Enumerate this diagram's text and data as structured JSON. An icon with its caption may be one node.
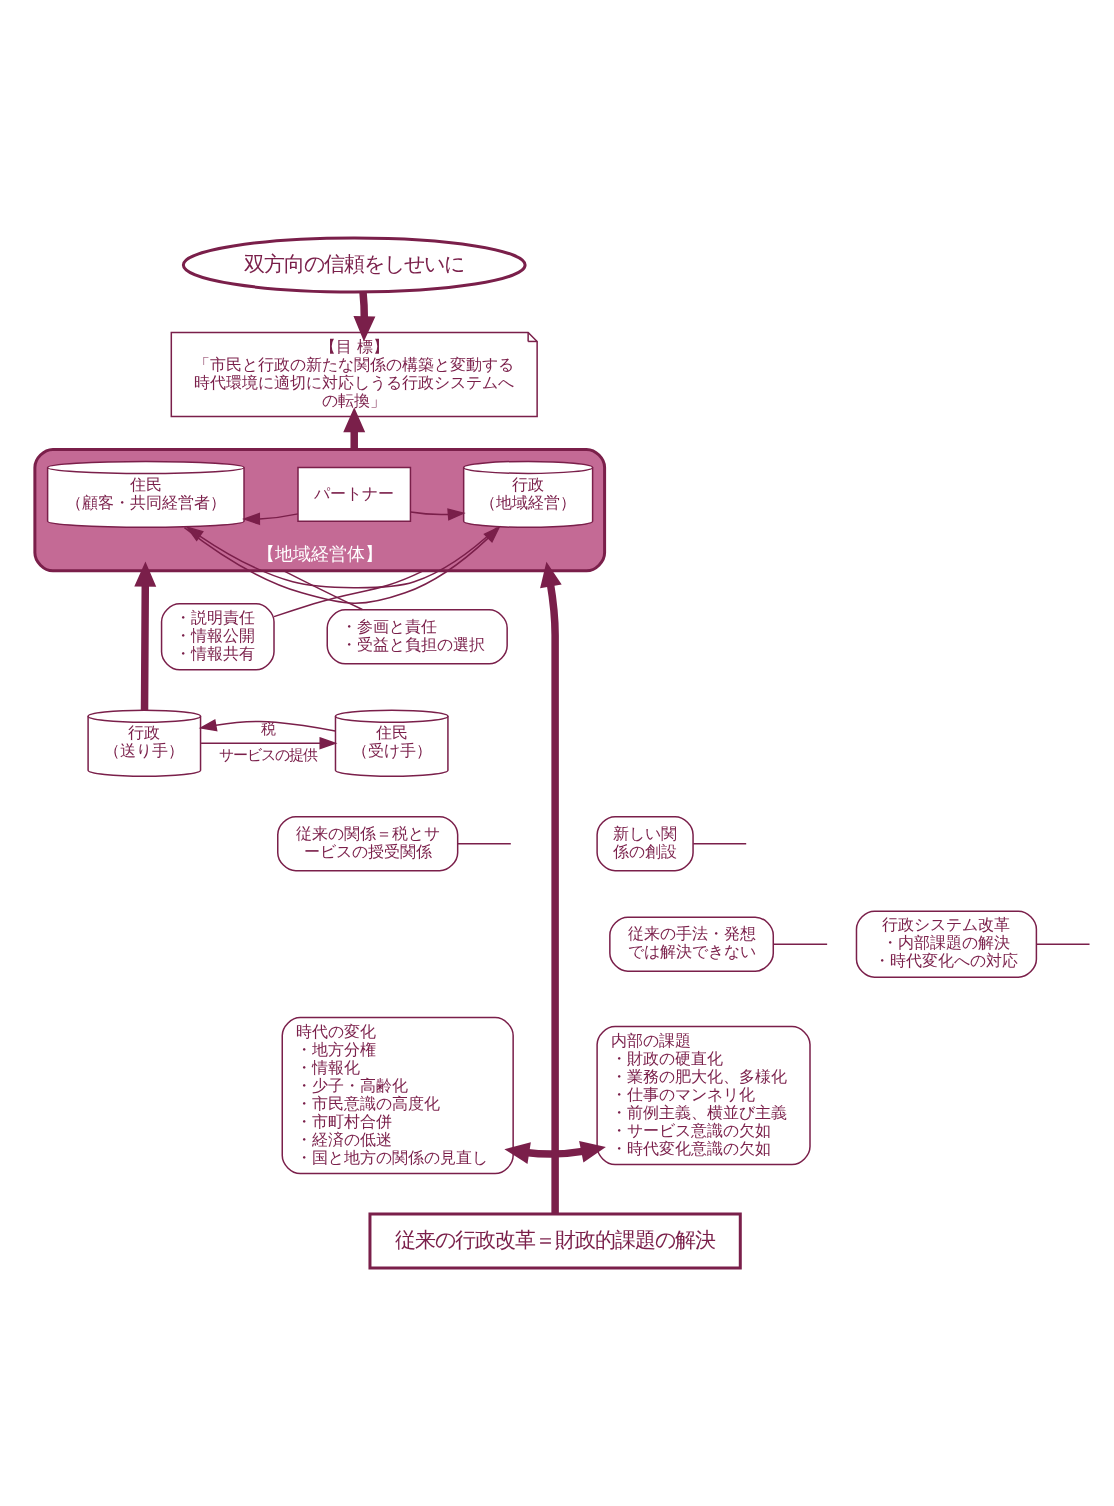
{
  "diagram": {
    "nodes": [
      {
        "text": [
          "双方向の信頼をしせいに"
        ]
      },
      {
        "text": [
          "【目 標】",
          "「市民と行政の新たな関係の構築と変動する時代環境に適切に対応しうる行政システムへの転換」"
        ]
      },
      {
        "text": [
          "【地域経営体】"
        ]
      },
      {
        "text": [
          "住民",
          "（顧客・共同経営者）"
        ],
        "in": 2
      },
      {
        "text": [
          "パートナー"
        ],
        "in": 2
      },
      {
        "text": [
          "行政",
          "（地域経営）"
        ],
        "in": 2
      },
      {
        "text": [
          "・説明責任",
          "・情報公開",
          "・情報共有"
        ]
      },
      {
        "text": [
          "・参画と責任",
          "・受益と負担の選択"
        ]
      },
      {
        "text": [
          "住民",
          "（受け手）"
        ]
      },
      {
        "text": [
          "行政",
          "（送り手）"
        ]
      },
      {
        "text": [
          "従来の関係＝税とサービスの授受関係"
        ]
      },
      {
        "text": [
          "新しい関係の創設"
        ]
      },
      {
        "text": [
          "行政システム改革",
          "・内部課題の解決",
          "・時代変化への対応"
        ]
      },
      {
        "text": [
          "従来の手法・発想では解決できない"
        ]
      },
      {
        "text": [
          "時代の変化",
          "・地方分権",
          "・情報化",
          "・少子・高齢化",
          "・市民意識の高度化",
          "・市町村合併",
          "・経済の低迷",
          "・国と地方の関係の見直し"
        ]
      },
      {
        "text": [
          "内部の課題",
          "・財政の硬直化",
          "・業務の肥大化、多様化",
          "・仕事のマンネリ化",
          "・前例主義、横並び主義",
          "・サービス意識の欠如",
          "・時代変化意識の欠如"
        ]
      },
      {
        "text": [
          "従来の行政改革＝財政的課題の解決"
        ]
      }
    ],
    "edges": [
      {
        "from": 0,
        "to": 1,
        "arrow": "to",
        "style": "thick"
      },
      {
        "from": 2,
        "to": 1,
        "arrow": "to",
        "style": "thick"
      },
      {
        "from": 5,
        "to": 3,
        "arrow": "to"
      },
      {
        "from": 3,
        "to": 5,
        "arrow": "to"
      },
      {
        "from": 4,
        "to": 3,
        "arrow": "to"
      },
      {
        "from": 4,
        "to": 5,
        "arrow": "to"
      },
      {
        "from": 6,
        "to": 2,
        "arrow": "none"
      },
      {
        "from": 7,
        "to": 2,
        "arrow": "none"
      },
      {
        "from": 9,
        "to": 8,
        "arrow": "to",
        "label": "サービスの提供"
      },
      {
        "from": 8,
        "to": 9,
        "arrow": "to",
        "label": "税"
      },
      {
        "from": 10,
        "to": null,
        "arrow": "none"
      },
      {
        "from": 9,
        "to": 2,
        "arrow": "to",
        "style": "thick"
      },
      {
        "from": 11,
        "to": null,
        "arrow": "none"
      },
      {
        "from": 12,
        "to": null,
        "arrow": "none"
      },
      {
        "from": 13,
        "to": null,
        "arrow": "none"
      },
      {
        "from": 14,
        "to": 15,
        "arrow": "both",
        "style": "thick"
      },
      {
        "from": 16,
        "to": 2,
        "arrow": "to",
        "style": "thick"
      }
    ]
  }
}
